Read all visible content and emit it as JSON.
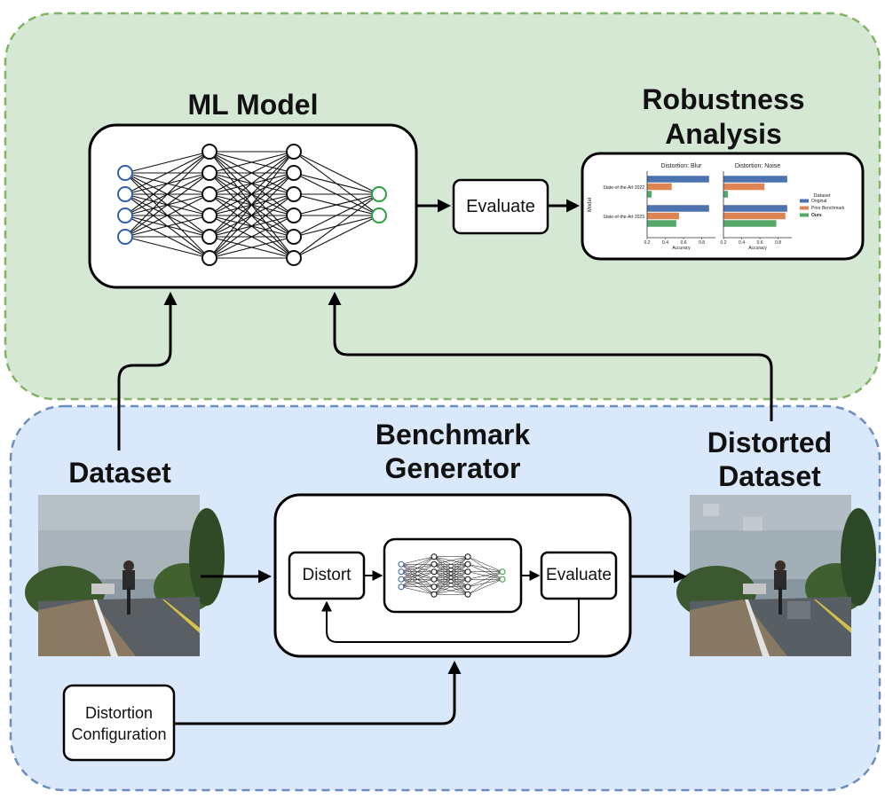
{
  "regions": {
    "model_region_color": "#d5e8d4",
    "model_region_border": "#82b366",
    "data_region_color": "#dae8fc",
    "data_region_border": "#6c8ebf"
  },
  "labels": {
    "ml_model": "ML Model",
    "robustness_line1": "Robustness",
    "robustness_line2": "Analysis",
    "benchmark_line1": "Benchmark",
    "benchmark_line2": "Generator",
    "dataset": "Dataset",
    "distorted_line1": "Distorted",
    "distorted_line2": "Dataset",
    "evaluate_top": "Evaluate",
    "distort": "Distort",
    "evaluate_inner": "Evaluate",
    "config_line1": "Distortion",
    "config_line2": "Configuration"
  },
  "network_icons": {
    "input_color": "#2f5fb3",
    "output_color": "#2e9e3e",
    "hidden_color": "#111111",
    "layers": [
      4,
      6,
      6,
      2
    ]
  },
  "chart_data": {
    "type": "bar",
    "orientation": "horizontal",
    "ylabel": "Model",
    "xlabel": "Accuracy",
    "categories": [
      "State-of-the-Art 2022",
      "State-of-the-Art 2023"
    ],
    "legend_title": "Dataset",
    "legend_position": "right",
    "xticks": [
      "0.2",
      "0.4",
      "0.6",
      "0.8"
    ],
    "xlim": [
      0.2,
      0.95
    ],
    "panels": [
      {
        "title": "Distortion: Blur",
        "series": [
          {
            "name": "Original",
            "color": "#4c72b0",
            "values": [
              0.88,
              0.88
            ]
          },
          {
            "name": "Prior Benchmark",
            "color": "#dd8452",
            "values": [
              0.47,
              0.55
            ]
          },
          {
            "name": "Ours",
            "color": "#55a868",
            "values": [
              0.25,
              0.52
            ]
          }
        ]
      },
      {
        "title": "Distortion: Noise",
        "series": [
          {
            "name": "Original",
            "color": "#4c72b0",
            "values": [
              0.9,
              0.9
            ]
          },
          {
            "name": "Prior Benchmark",
            "color": "#dd8452",
            "values": [
              0.65,
              0.88
            ]
          },
          {
            "name": "Ours",
            "color": "#55a868",
            "values": [
              0.25,
              0.78
            ]
          }
        ]
      }
    ]
  }
}
